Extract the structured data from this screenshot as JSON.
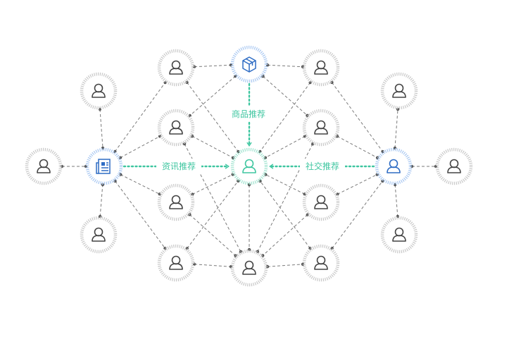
{
  "labels": {
    "product_recommend": "商品推荐",
    "news_recommend": "资讯推荐",
    "social_recommend": "社交推荐"
  },
  "colors": {
    "gray_ring": "#c9c9c9",
    "gray_icon": "#444444",
    "blue_ring": "#a9c8f2",
    "blue_icon": "#2e6cc4",
    "green_ring": "#9fe3cf",
    "green_icon": "#3ec6a0",
    "edge": "#7a7a7a",
    "flow": "#3ec6a0"
  },
  "nodes": [
    {
      "id": "far-left-user",
      "icon": "user-icon",
      "style": "gray"
    },
    {
      "id": "upper-left-user",
      "icon": "user-icon",
      "style": "gray"
    },
    {
      "id": "lower-left-user",
      "icon": "user-icon",
      "style": "gray"
    },
    {
      "id": "news-hub",
      "icon": "news-icon",
      "style": "blue"
    },
    {
      "id": "top-left-user",
      "icon": "user-icon",
      "style": "gray"
    },
    {
      "id": "mid-upper-left-user",
      "icon": "user-icon",
      "style": "gray"
    },
    {
      "id": "mid-lower-left-user",
      "icon": "user-icon",
      "style": "gray"
    },
    {
      "id": "bottom-left-user",
      "icon": "user-icon",
      "style": "gray"
    },
    {
      "id": "product-hub",
      "icon": "box-icon",
      "style": "blue"
    },
    {
      "id": "center-user",
      "icon": "user-icon",
      "style": "green"
    },
    {
      "id": "bottom-center-user",
      "icon": "user-icon",
      "style": "gray"
    },
    {
      "id": "top-right-user",
      "icon": "user-icon",
      "style": "gray"
    },
    {
      "id": "mid-upper-right-user",
      "icon": "user-icon",
      "style": "gray"
    },
    {
      "id": "mid-lower-right-user",
      "icon": "user-icon",
      "style": "gray"
    },
    {
      "id": "bottom-right-user",
      "icon": "user-icon",
      "style": "gray"
    },
    {
      "id": "social-hub",
      "icon": "user-icon",
      "style": "blue"
    },
    {
      "id": "upper-right-user",
      "icon": "user-icon",
      "style": "gray"
    },
    {
      "id": "lower-right-user",
      "icon": "user-icon",
      "style": "gray"
    },
    {
      "id": "far-right-user",
      "icon": "user-icon",
      "style": "gray"
    }
  ]
}
